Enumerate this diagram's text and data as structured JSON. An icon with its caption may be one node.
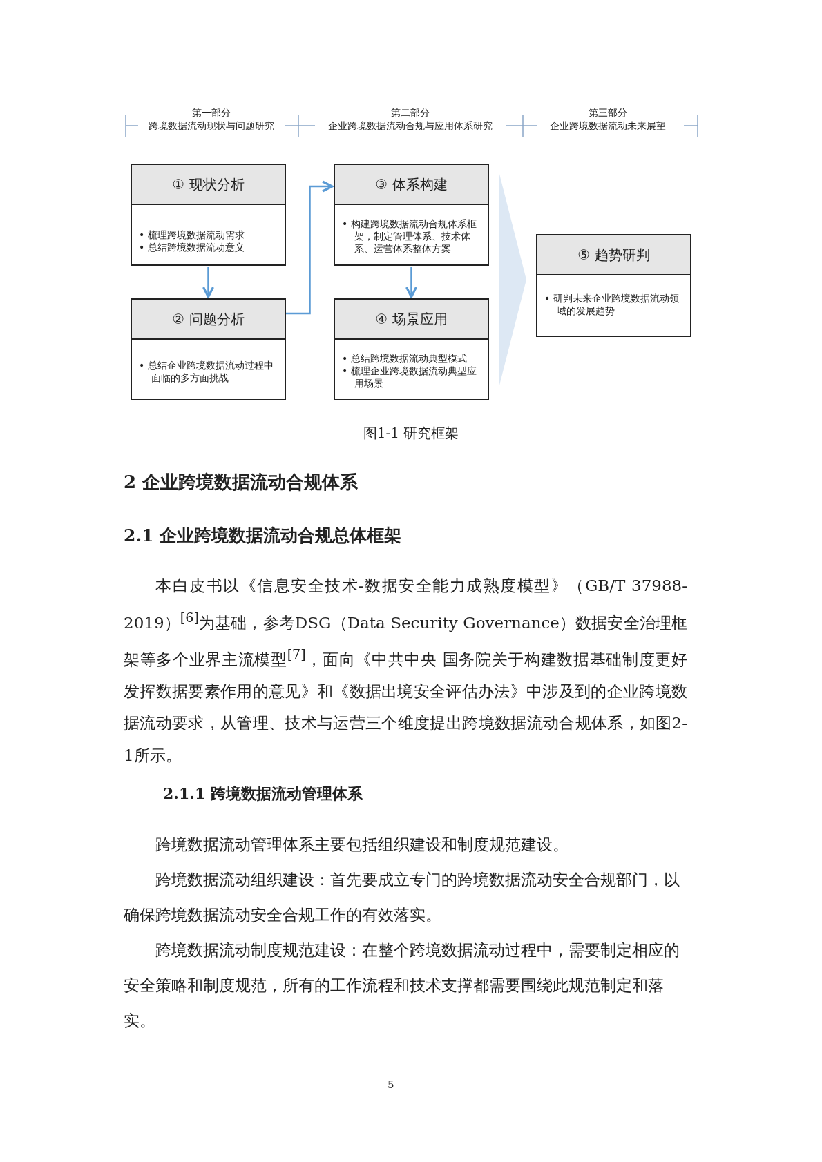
{
  "diagram": {
    "caption": "图1-1 研究框架",
    "nodes": [
      {
        "text": [
          "① 现状分析",
          "• 梳理跨境数据流动需求",
          "• 总结跨境数据流动意义"
        ]
      },
      {
        "text": [
          "② 问题分析",
          "• 总结企业跨境数据流动过程中面临的多方面挑战"
        ]
      },
      {
        "text": [
          "③ 体系构建",
          "• 构建跨境数据流动合规体系框架，制定管理体系、技术体系、运营体系整体方案"
        ]
      },
      {
        "text": [
          "④ 场景应用",
          "• 总结跨境数据流动典型模式",
          "• 梳理企业跨境数据流动典型应用场景"
        ]
      },
      {
        "text": [
          "⑤ 趋势研判",
          "• 研判未来企业跨境数据流动领域的发展趋势"
        ]
      }
    ],
    "edges": [
      {
        "from": 0,
        "to": 1,
        "arrow": "to"
      },
      {
        "from": 1,
        "to": 2,
        "arrow": "to"
      },
      {
        "from": 2,
        "to": 3,
        "arrow": "to"
      },
      {
        "from": null,
        "to": 4,
        "arrow": "to",
        "style": "thick",
        "color": "#dde8f4"
      }
    ],
    "labels": [
      "第一部分",
      "跨境数据流动现状与问题研究",
      "第二部分",
      "企业跨境数据流动合规与应用体系研究",
      "第三部分",
      "企业跨境数据流动未来展望",
      "2 企业跨境数据流动合规体系",
      "2.1 企业跨境数据流动合规总体框架",
      "本白皮书以《信息安全技术-数据安全能力成熟度模型》（GB/T 37988-2019）$^{[6]}$为基础，参考DSG（Data Security Governance）数据安全治理框架等多个业界主流模型$^{[7]}$，面向《中共中央 国务院关于构建数据基础制度更好发挥数据要素作用的意见》和《数据出境安全评估办法》中涉及到的企业跨境数据流动要求，从管理、技术与运营三个维度提出跨境数据流动合规体系，如图2-1所示。",
      "2.1.1 跨境数据流动管理体系",
      "跨境数据流动管理体系主要包括组织建设和制度规范建设。",
      "跨境数据流动组织建设：首先要成立专门的跨境数据流动安全合规部门，以确保跨境数据流动安全合规工作的有效落实。",
      "跨境数据流动制度规范建设：在整个跨境数据流动过程中，需要制定相应的安全策略和制度规范，所有的工作流程和技术支撑都需要围绕此规范制定和落实。",
      "5"
    ]
  }
}
